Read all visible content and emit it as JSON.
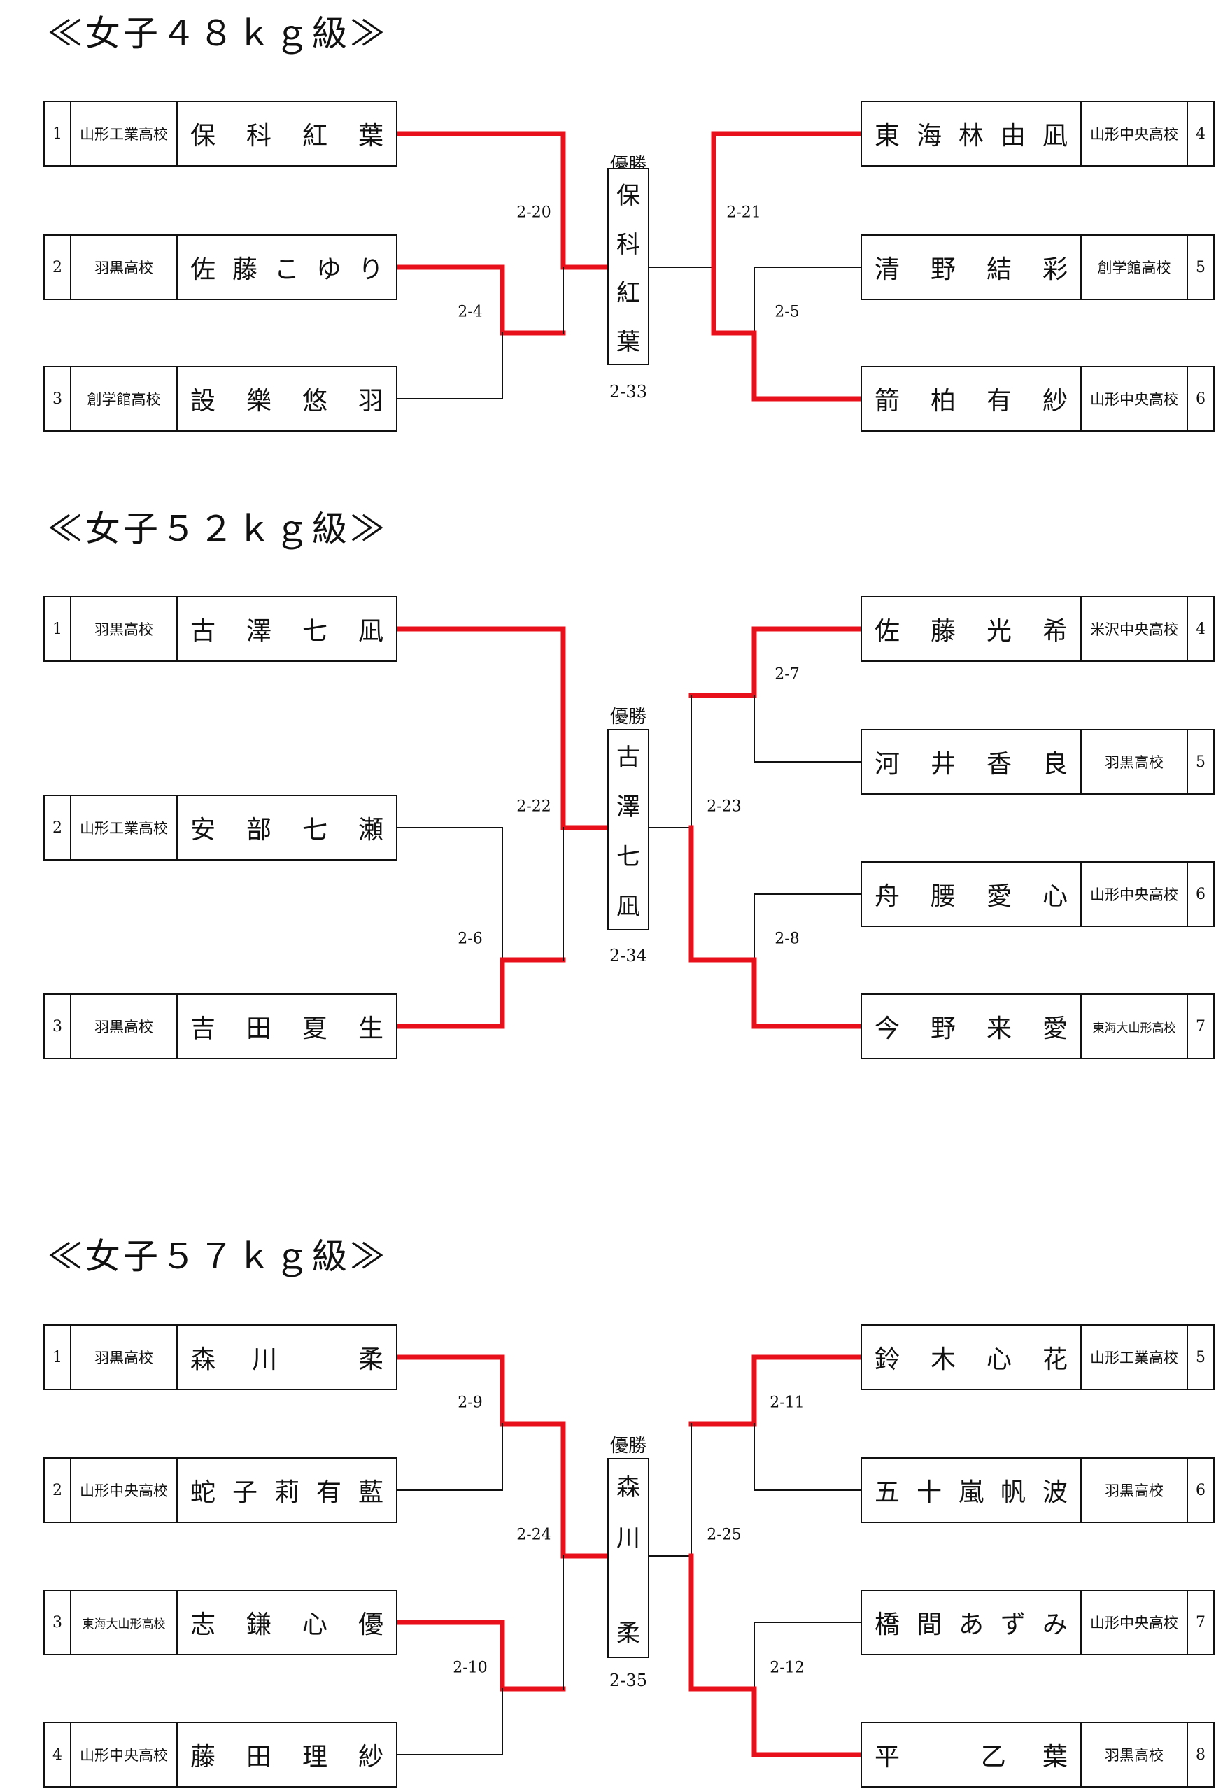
{
  "winner_label": "優勝",
  "brackets": [
    {
      "title": "≪女子４８ｋｇ級≫",
      "left": [
        {
          "seed": "1",
          "school": "山形工業高校",
          "name": [
            "保",
            "科",
            "紅",
            "葉"
          ]
        },
        {
          "seed": "2",
          "school": "羽黒高校",
          "name": [
            "佐",
            "藤",
            "こ",
            "ゆ",
            "り"
          ]
        },
        {
          "seed": "3",
          "school": "創学館高校",
          "name": [
            "設",
            "樂",
            "悠",
            "羽"
          ]
        }
      ],
      "right": [
        {
          "seed": "4",
          "school": "山形中央高校",
          "name": [
            "東",
            "海",
            "林",
            "由",
            "凪"
          ]
        },
        {
          "seed": "5",
          "school": "創学館高校",
          "name": [
            "清",
            "野",
            "結",
            "彩"
          ]
        },
        {
          "seed": "6",
          "school": "山形中央高校",
          "name": [
            "箭",
            "柏",
            "有",
            "紗"
          ]
        }
      ],
      "matches": [
        "2-20",
        "2-4",
        "2-21",
        "2-5"
      ],
      "final_match": "2-33",
      "champion": [
        "保",
        "科",
        "紅",
        "葉"
      ]
    },
    {
      "title": "≪女子５２ｋｇ級≫",
      "left": [
        {
          "seed": "1",
          "school": "羽黒高校",
          "name": [
            "古",
            "澤",
            "七",
            "凪"
          ]
        },
        {
          "seed": "2",
          "school": "山形工業高校",
          "name": [
            "安",
            "部",
            "七",
            "瀬"
          ]
        },
        {
          "seed": "3",
          "school": "羽黒高校",
          "name": [
            "吉",
            "田",
            "夏",
            "生"
          ]
        }
      ],
      "right": [
        {
          "seed": "4",
          "school": "米沢中央高校",
          "name": [
            "佐",
            "藤",
            "光",
            "希"
          ]
        },
        {
          "seed": "5",
          "school": "羽黒高校",
          "name": [
            "河",
            "井",
            "香",
            "良"
          ]
        },
        {
          "seed": "6",
          "school": "山形中央高校",
          "name": [
            "舟",
            "腰",
            "愛",
            "心"
          ]
        },
        {
          "seed": "7",
          "school": "東海大山形高校",
          "name": [
            "今",
            "野",
            "来",
            "愛"
          ]
        }
      ],
      "matches": [
        "2-22",
        "2-6",
        "2-7",
        "2-23",
        "2-8"
      ],
      "final_match": "2-34",
      "champion": [
        "古",
        "澤",
        "七",
        "凪"
      ]
    },
    {
      "title": "≪女子５７ｋｇ級≫",
      "left": [
        {
          "seed": "1",
          "school": "羽黒高校",
          "name": [
            "森",
            "川",
            "",
            "柔"
          ]
        },
        {
          "seed": "2",
          "school": "山形中央高校",
          "name": [
            "蛇",
            "子",
            "莉",
            "有",
            "藍"
          ]
        },
        {
          "seed": "3",
          "school": "東海大山形高校",
          "name": [
            "志",
            "鎌",
            "心",
            "優"
          ]
        },
        {
          "seed": "4",
          "school": "山形中央高校",
          "name": [
            "藤",
            "田",
            "理",
            "紗"
          ]
        }
      ],
      "right": [
        {
          "seed": "5",
          "school": "山形工業高校",
          "name": [
            "鈴",
            "木",
            "心",
            "花"
          ]
        },
        {
          "seed": "6",
          "school": "羽黒高校",
          "name": [
            "五",
            "十",
            "嵐",
            "帆",
            "波"
          ]
        },
        {
          "seed": "7",
          "school": "山形中央高校",
          "name": [
            "橋",
            "間",
            "あ",
            "ず",
            "み"
          ]
        },
        {
          "seed": "8",
          "school": "羽黒高校",
          "name": [
            "平",
            "",
            "乙",
            "葉"
          ]
        }
      ],
      "matches": [
        "2-9",
        "2-24",
        "2-10",
        "2-11",
        "2-25",
        "2-12"
      ],
      "final_match": "2-35",
      "champion": [
        "森",
        "川",
        "",
        "柔"
      ]
    }
  ],
  "colors": {
    "win_line": "#e8101a",
    "line": "#111111"
  }
}
